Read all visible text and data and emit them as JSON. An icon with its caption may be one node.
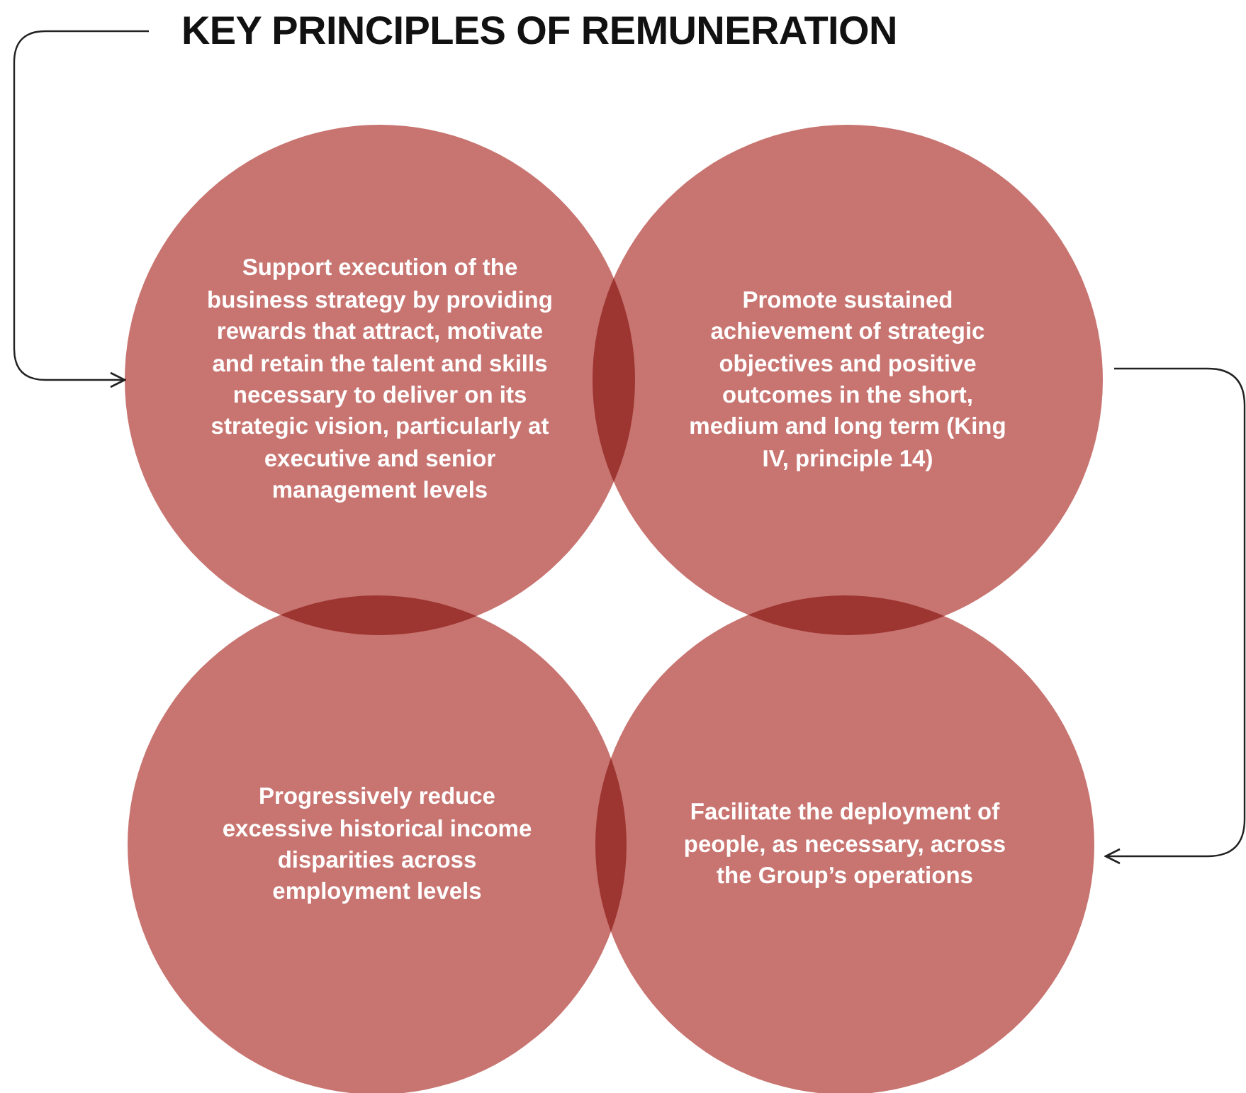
{
  "diagram": {
    "title": "KEY PRINCIPLES OF REMUNERATION",
    "nodes": [
      {
        "text": [
          "Support execution of the business strategy by providing rewards that attract, motivate and retain the talent and skills necessary to deliver on its strategic vision, particularly at executive and senior management levels"
        ]
      },
      {
        "text": [
          "Promote sustained achievement of strategic objectives and positive outcomes in the short, medium and long term (King IV, principle 14)"
        ]
      },
      {
        "text": [
          "Progressively reduce excessive historical income disparities across employment levels"
        ]
      },
      {
        "text": [
          "Facilitate the deployment of people, as necessary, across the Group’s operations"
        ]
      }
    ],
    "edges": [
      {
        "from": null,
        "to": 0,
        "arrow": "to"
      },
      {
        "from": 1,
        "to": 3,
        "arrow": "to"
      }
    ]
  }
}
